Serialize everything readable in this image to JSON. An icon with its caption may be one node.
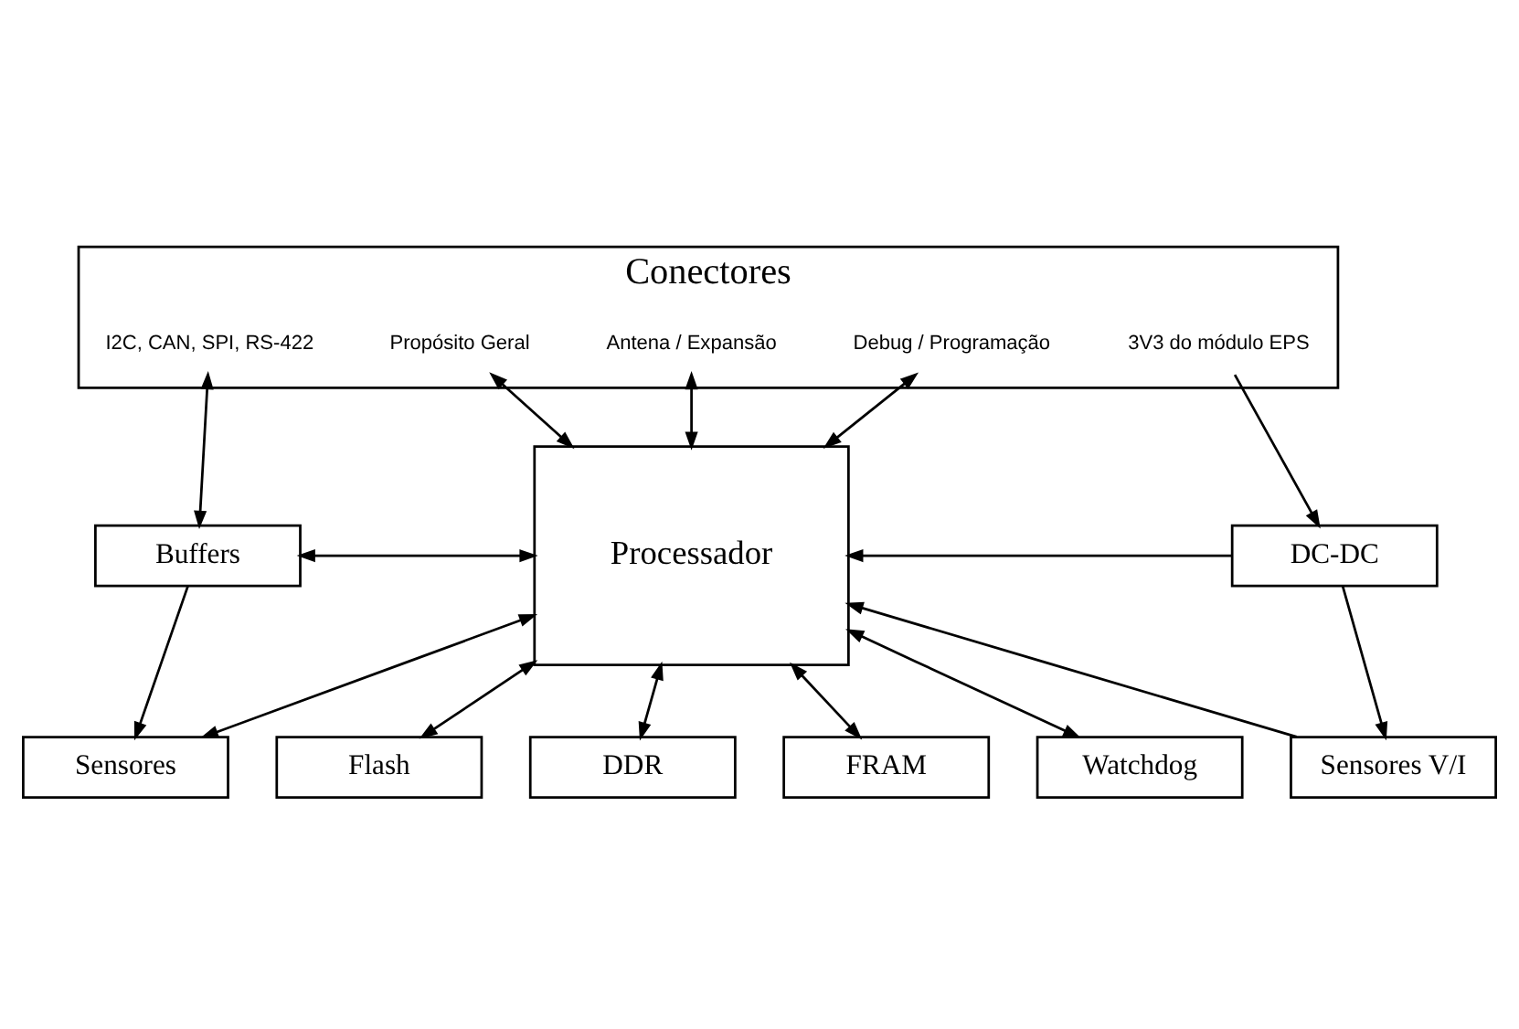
{
  "diagram": {
    "nodes": [
      {
        "text": [
          "Conectores"
        ]
      },
      {
        "text": [
          "I2C, CAN, SPI, RS-422"
        ],
        "in": 0
      },
      {
        "text": [
          "Antena / Expansão"
        ],
        "in": 0
      },
      {
        "text": [
          "Propósito Geral"
        ],
        "in": 0
      },
      {
        "text": [
          "Debug / Programação"
        ],
        "in": 0
      },
      {
        "text": [
          "3V3 do módulo EPS"
        ],
        "in": 0
      },
      {
        "text": [
          "Buffers"
        ]
      },
      {
        "text": [
          "Processador"
        ]
      },
      {
        "text": [
          "DC-DC"
        ]
      },
      {
        "text": [
          "Sensores"
        ]
      },
      {
        "text": [
          "Sensores V/I"
        ]
      },
      {
        "text": [
          "Flash"
        ]
      },
      {
        "text": [
          "DDR"
        ]
      },
      {
        "text": [
          "FRAM"
        ]
      },
      {
        "text": [
          "Watchdog"
        ]
      }
    ],
    "edges": [
      {
        "from": 1,
        "to": 6,
        "arrow": "both"
      },
      {
        "from": 2,
        "to": 7,
        "arrow": "both"
      },
      {
        "from": 3,
        "to": 7,
        "arrow": "both"
      },
      {
        "from": 4,
        "to": 7,
        "arrow": "both"
      },
      {
        "from": 5,
        "to": 8,
        "arrow": "to"
      },
      {
        "from": 6,
        "to": 9,
        "arrow": "to"
      },
      {
        "from": 7,
        "to": 6,
        "arrow": "both"
      },
      {
        "from": 7,
        "to": 9,
        "arrow": "both"
      },
      {
        "from": 8,
        "to": 7,
        "arrow": "to"
      },
      {
        "from": 10,
        "to": 7,
        "arrow": "to"
      },
      {
        "from": 8,
        "to": 10,
        "arrow": "to"
      },
      {
        "from": 7,
        "to": 11,
        "arrow": "both"
      },
      {
        "from": 7,
        "to": 12,
        "arrow": "both"
      },
      {
        "from": 7,
        "to": 13,
        "arrow": "both"
      },
      {
        "from": 7,
        "to": 14,
        "arrow": "both"
      }
    ]
  }
}
